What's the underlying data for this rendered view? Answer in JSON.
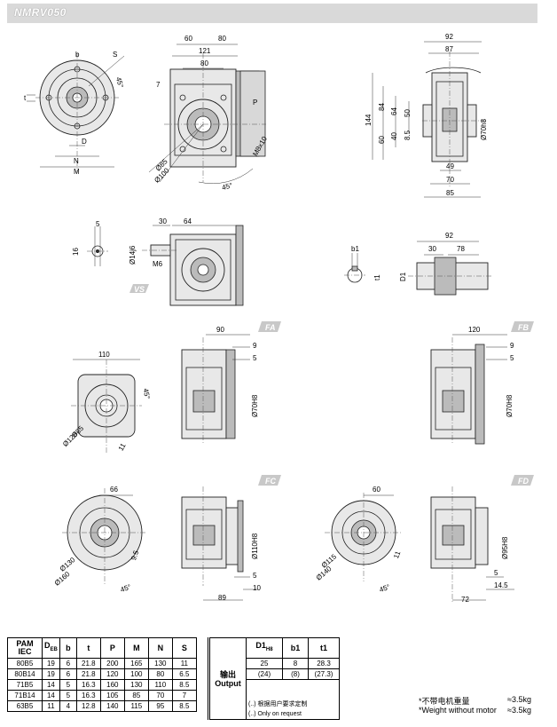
{
  "title": "NMRV050",
  "badges": {
    "vs": "VS",
    "fa": "FA",
    "fb": "FB",
    "fc": "FC",
    "fd": "FD"
  },
  "top_left": {
    "dims": [
      "M",
      "N",
      "D",
      "S",
      "t",
      "b",
      "45°"
    ]
  },
  "top_mid": {
    "dims": [
      "60",
      "80",
      "121",
      "80",
      "7",
      "P",
      "Ø85",
      "Ø100",
      "M8x10",
      "45°"
    ]
  },
  "top_right": {
    "dims": [
      "92",
      "87",
      "144",
      "84",
      "64",
      "50",
      "40",
      "8.5",
      "60",
      "Ø70h8",
      "49",
      "70",
      "85"
    ]
  },
  "vs_key": {
    "dims": [
      "5",
      "16"
    ]
  },
  "vs_view": {
    "dims": [
      "30",
      "64",
      "Ø14j6",
      "M6"
    ]
  },
  "hollow": {
    "dims": [
      "b1",
      "92",
      "30",
      "78",
      "D1",
      "t1"
    ]
  },
  "fa": {
    "dims": [
      "110",
      "45°",
      "Ø85",
      "Ø125",
      "11",
      "90",
      "9",
      "5",
      "Ø70H8"
    ]
  },
  "fb": {
    "dims": [
      "120",
      "9",
      "5",
      "Ø70H8"
    ]
  },
  "fc": {
    "dims": [
      "66",
      "Ø130",
      "Ø160",
      "45°",
      "9.5",
      "Ø110H8",
      "5",
      "10",
      "89"
    ]
  },
  "fd": {
    "dims": [
      "60",
      "Ø115",
      "Ø140",
      "45°",
      "11",
      "Ø95H8",
      "5",
      "14.5",
      "72"
    ]
  },
  "table_left": {
    "headers": [
      "PAM",
      "IEC",
      "D",
      "EB",
      "b",
      "t",
      "P",
      "M",
      "N",
      "S"
    ],
    "rows": [
      [
        "80B5",
        "19",
        "6",
        "21.8",
        "200",
        "165",
        "130",
        "11"
      ],
      [
        "80B14",
        "19",
        "6",
        "21.8",
        "120",
        "100",
        "80",
        "6.5"
      ],
      [
        "71B5",
        "14",
        "5",
        "16.3",
        "160",
        "130",
        "110",
        "8.5"
      ],
      [
        "71B14",
        "14",
        "5",
        "16.3",
        "105",
        "85",
        "70",
        "7"
      ],
      [
        "63B5",
        "11",
        "4",
        "12.8",
        "140",
        "115",
        "95",
        "8.5"
      ]
    ]
  },
  "table_right": {
    "label_cn": "输出",
    "label_en": "Output",
    "headers": [
      "D1",
      "H8",
      "b1",
      "t1"
    ],
    "row1": [
      "25",
      "8",
      "28.3"
    ],
    "row2": [
      "(24)",
      "(8)",
      "(27.3)"
    ],
    "note_cn": "(..) 根据用户要求定制",
    "note_en": "(..) Only on request"
  },
  "weight": {
    "cn": "*不带电机重量",
    "cn_val": "≈3.5kg",
    "en": "*Weight without motor",
    "en_val": "≈3.5kg"
  }
}
